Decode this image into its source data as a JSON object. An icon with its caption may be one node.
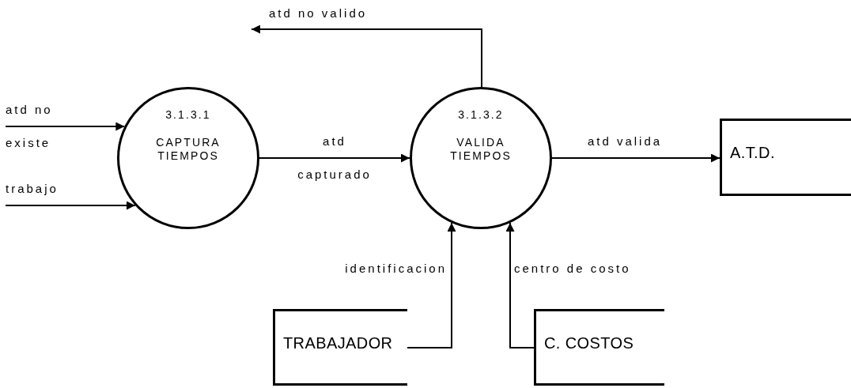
{
  "diagram": {
    "nodes": [
      {
        "text": [
          "3.1.3.1",
          "CAPTURA TIEMPOS"
        ]
      },
      {
        "text": [
          "3.1.3.2",
          "VALIDA TIEMPOS"
        ]
      },
      {
        "text": [
          "A.T.D."
        ]
      },
      {
        "text": [
          "TRABAJADOR"
        ]
      },
      {
        "text": [
          "C. COSTOS"
        ]
      }
    ],
    "edges": [
      {
        "from": null,
        "to": 0,
        "arrow": "to",
        "label": "atd no existe"
      },
      {
        "from": null,
        "to": 0,
        "arrow": "to",
        "label": "trabajo"
      },
      {
        "from": 0,
        "to": 1,
        "arrow": "to",
        "label": "atd capturado"
      },
      {
        "from": 1,
        "to": null,
        "arrow": "to",
        "label": "atd no valido"
      },
      {
        "from": 1,
        "to": 2,
        "arrow": "to",
        "label": "atd valida"
      },
      {
        "from": 3,
        "to": 1,
        "arrow": "to",
        "label": "identificacion"
      },
      {
        "from": 4,
        "to": 1,
        "arrow": "to",
        "label": "centro de costo"
      }
    ]
  }
}
